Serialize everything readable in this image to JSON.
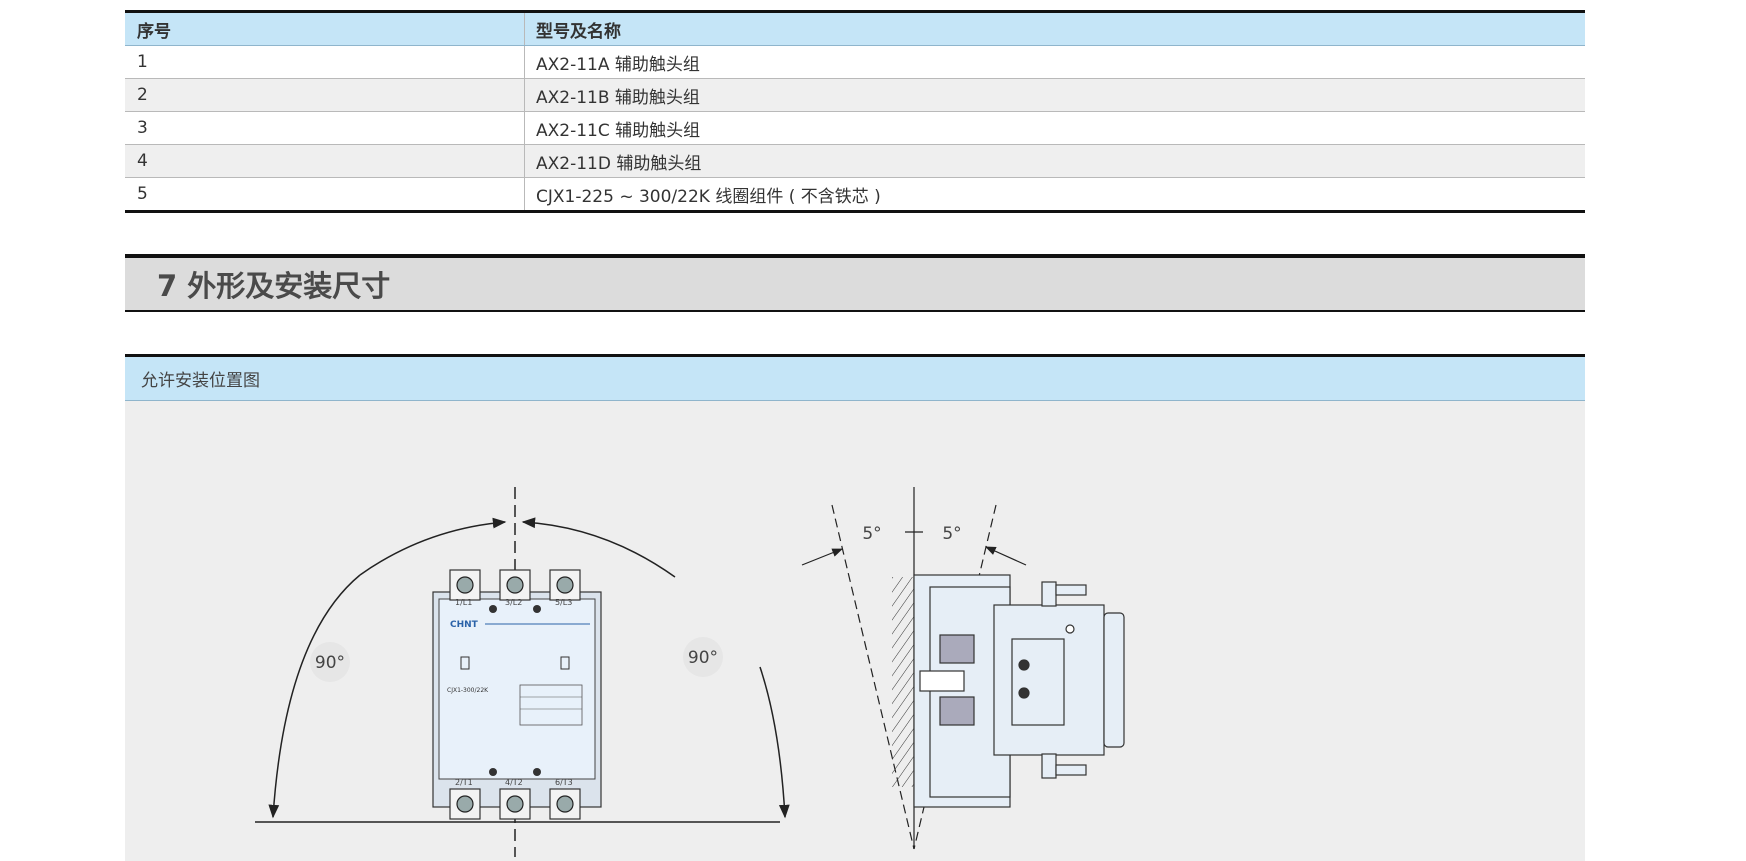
{
  "table": {
    "headers": [
      "序号",
      "型号及名称"
    ],
    "rows": [
      {
        "no": "1",
        "name": "AX2-11A 辅助触头组"
      },
      {
        "no": "2",
        "name": "AX2-11B 辅助触头组"
      },
      {
        "no": "3",
        "name": "AX2-11C 辅助触头组"
      },
      {
        "no": "4",
        "name": "AX2-11D 辅助触头组"
      },
      {
        "no": "5",
        "name": "CJX1-225 ~ 300/22K 线圈组件 ( 不含铁芯 )"
      }
    ]
  },
  "section": {
    "title": "7 外形及安装尺寸"
  },
  "panel": {
    "title": "允许安装位置图"
  },
  "front_view": {
    "angle_left": "90°",
    "angle_right": "90°",
    "brand": "CHNT",
    "top_terminals": [
      "1/L1",
      "3/L2",
      "5/L3"
    ],
    "bottom_terminals": [
      "2/T1",
      "4/T2",
      "6/T3"
    ],
    "model_text": "CJX1-300/22K"
  },
  "side_view": {
    "angle_left": "5°",
    "angle_right": "5°"
  }
}
